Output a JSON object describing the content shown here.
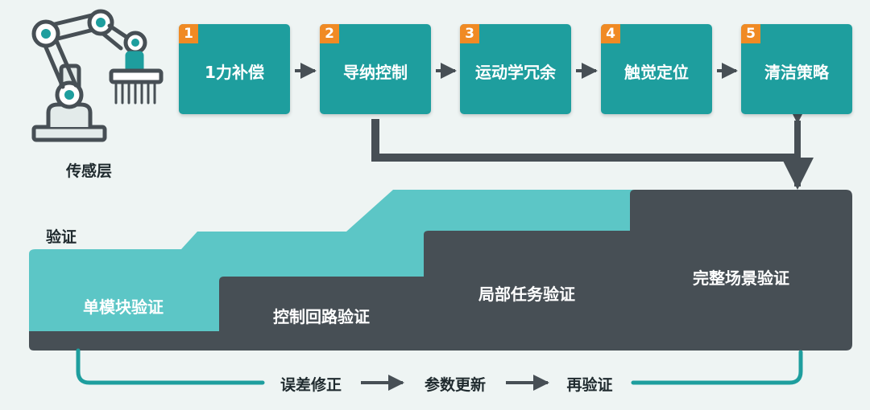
{
  "sensor_layer_label": "传感层",
  "steps": [
    {
      "num": "1",
      "label": "1力补偿"
    },
    {
      "num": "2",
      "label": "导纳控制"
    },
    {
      "num": "3",
      "label": "运动学冗余"
    },
    {
      "num": "4",
      "label": "触觉定位"
    },
    {
      "num": "5",
      "label": "清洁策略"
    }
  ],
  "verification_label": "验证",
  "stages": [
    {
      "label": "单模块验证"
    },
    {
      "label": "控制回路验证"
    },
    {
      "label": "局部任务验证"
    },
    {
      "label": "完整场景验证"
    }
  ],
  "feedback_loop": [
    "误差修正",
    "参数更新",
    "再验证"
  ],
  "colors": {
    "teal": "#1e9e9e",
    "light_teal": "#5cc6c6",
    "dark_slate": "#474f55",
    "orange_badge": "#f08a24",
    "background": "#eef4f3",
    "arrow": "#474f55"
  },
  "icons": [
    "robot-arm-icon"
  ]
}
